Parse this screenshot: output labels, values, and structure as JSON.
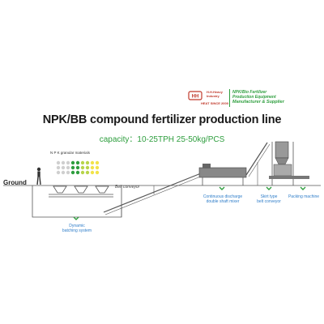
{
  "header": {
    "company_name_1": "H.H.Heavy",
    "company_name_2": "Industry",
    "since": "HEAT SINCE 2000",
    "tagline_1": "NPK/Bio Fertilizer",
    "tagline_2": "Production Equipment",
    "tagline_3": "Manufacturer & Supplier"
  },
  "title": "NPK/BB compound fertilizer production line",
  "capacity": "capacity：10-25TPH   25-50kg/PCS",
  "labels": {
    "ground": "Ground",
    "npk_materials": "N P K granular materials",
    "belt_conveyor": "Belt conveyor",
    "mixer_1": "Continuous discharge",
    "mixer_2": "double shaft mixer",
    "skirt_1": "Skirt type",
    "skirt_2": "belt conveyor",
    "packing": "Packing machine",
    "dynamic_1": "Dynamic",
    "dynamic_2": "batching system"
  },
  "colors": {
    "accent_green": "#2e9e3e",
    "brand_red": "#c0392b",
    "line_gray": "#555555"
  }
}
